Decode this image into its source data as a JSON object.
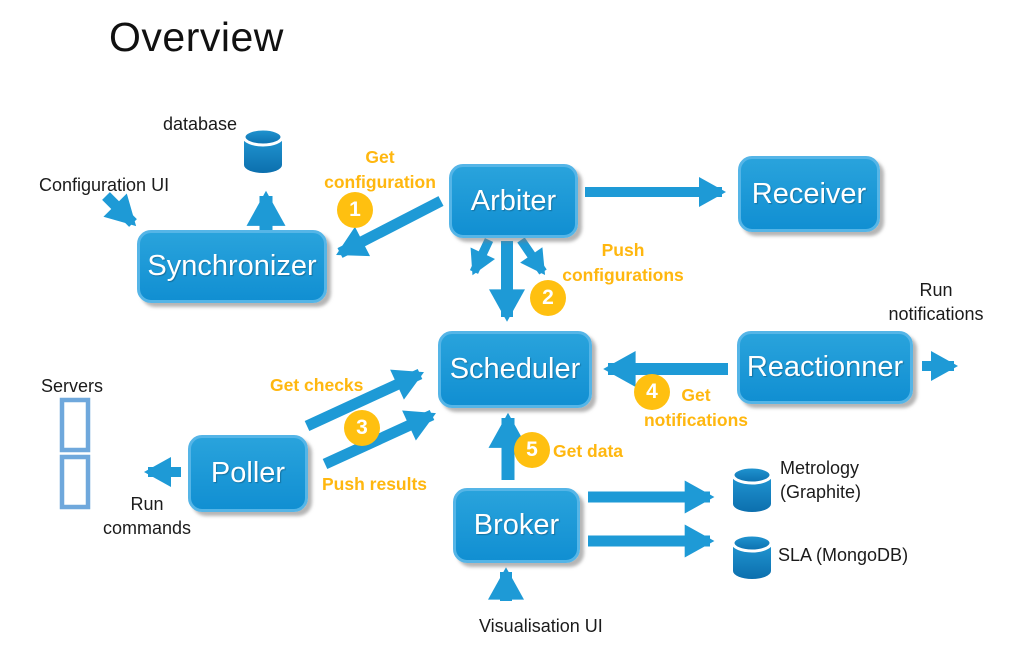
{
  "title": "Overview",
  "nodes": {
    "synchronizer": "Synchronizer",
    "arbiter": "Arbiter",
    "receiver": "Receiver",
    "scheduler": "Scheduler",
    "reactionner": "Reactionner",
    "poller": "Poller",
    "broker": "Broker"
  },
  "steps": {
    "s1": "1",
    "s2": "2",
    "s3": "3",
    "s4": "4",
    "s5": "5"
  },
  "flows": {
    "get_configuration": "Get configuration",
    "push_configurations": "Push configurations",
    "get_checks": "Get checks",
    "push_results": "Push results",
    "get_notifications": "Get notifications",
    "get_data": "Get data"
  },
  "labels": {
    "database": "database",
    "configuration_ui": "Configuration UI",
    "servers": "Servers",
    "run_commands": "Run commands",
    "run_notifications": "Run notifications",
    "visualisation_ui": "Visualisation UI",
    "metrology": "Metrology (Graphite)",
    "sla": "SLA (MongoDB)"
  },
  "colors": {
    "background": "#FFFFFF",
    "node_fill_top": "#29A3DC",
    "node_fill_bottom": "#118FD2",
    "node_border": "#55B5E7",
    "node_text": "#FFFFFF",
    "arrow_blue": "#1E9AD6",
    "accent_orange": "#FFB70F",
    "badge_orange": "#FFC010",
    "badge_text": "#FFFFFF",
    "label_dark": "#1B1B1B",
    "cylinder_top": "#2196D2",
    "cylinder_bottom": "#0C6FAE",
    "server_outline": "#6FA8DC"
  }
}
